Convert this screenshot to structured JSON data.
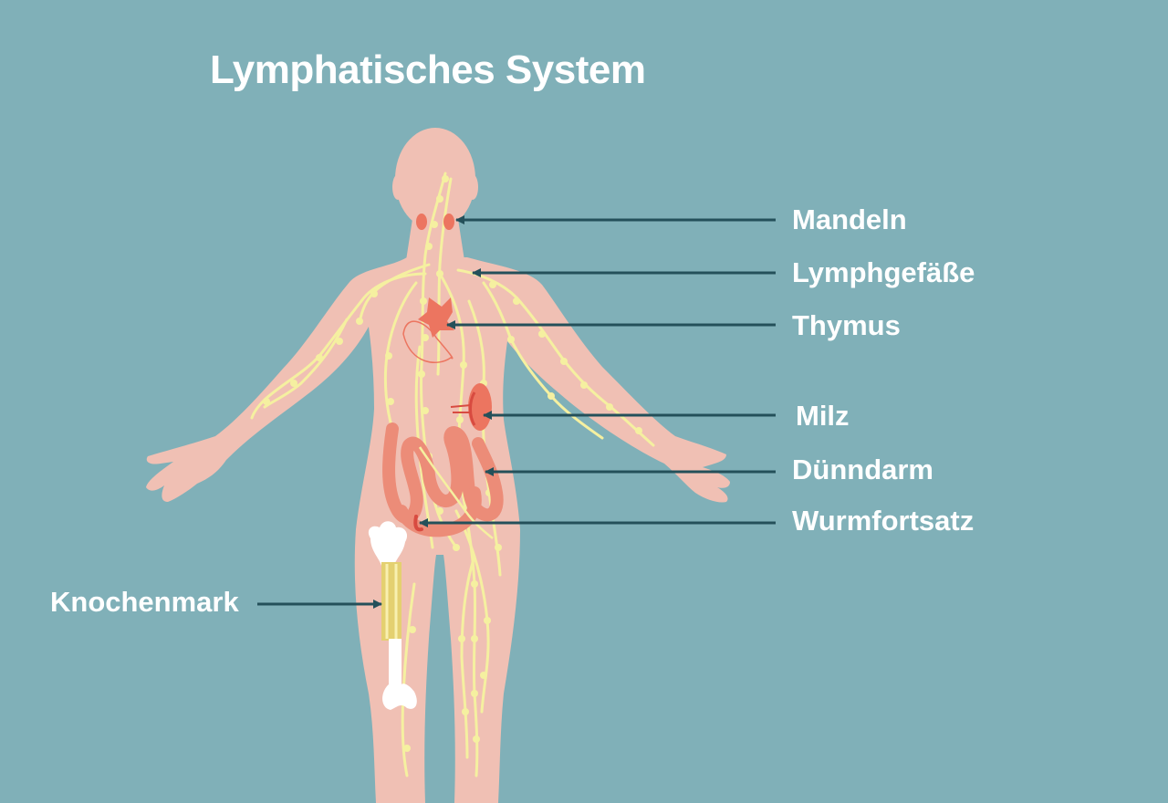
{
  "title": "Lymphatisches System",
  "labels": {
    "mandeln": "Mandeln",
    "lymphgefaesse": "Lymphgefäße",
    "thymus": "Thymus",
    "milz": "Milz",
    "duenndarm": "Dünndarm",
    "wurmfortsatz": "Wurmfortsatz",
    "knochenmark": "Knochenmark"
  },
  "colors": {
    "background": "#80b0b8",
    "skin": "#f0c0b4",
    "organ": "#ec7560",
    "intestine": "#ec8c78",
    "lymph": "#f5f0a0",
    "arrow": "#24505a",
    "bone": "#ffffff",
    "marrow": "#e4d070"
  }
}
